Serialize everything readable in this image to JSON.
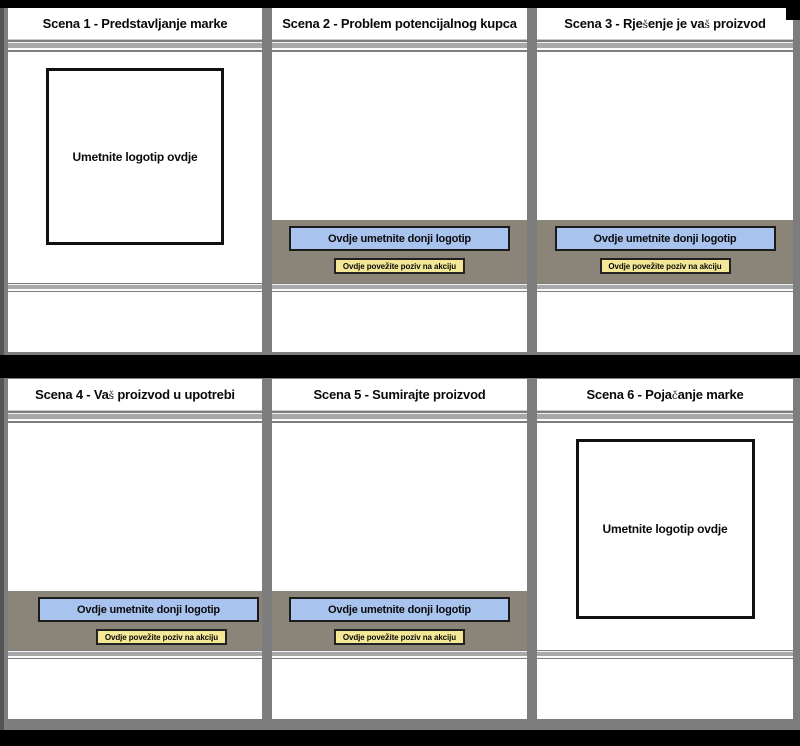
{
  "colors": {
    "bg_gray": "#7d7d7d",
    "bar_black": "#000000",
    "band_gray": "#8a8578",
    "banner_blue": "#a9c3ef",
    "cta_yellow": "#f4e896",
    "stripe_gray": "#a8a8a8",
    "panel_white": "#ffffff"
  },
  "scenes": [
    {
      "title": "Scena 1 - Predstavljanje marke",
      "logo_box_label": "Umetnite logotip ovdje"
    },
    {
      "title": "Scena 2 - Problem potencijalnog kupca",
      "bottom_logo_label": "Ovdje umetnite donji logotip",
      "cta_label": "Ovdje povežite poziv na akciju"
    },
    {
      "title": "Scena 3 - Rješenje je vaš proizvod",
      "bottom_logo_label": "Ovdje umetnite donji logotip",
      "cta_label": "Ovdje povežite poziv na akciju"
    },
    {
      "title": "Scena 4 - Vaš proizvod u upotrebi",
      "bottom_logo_label": "Ovdje umetnite donji logotip",
      "cta_label": "Ovdje povežite poziv na akciju"
    },
    {
      "title": "Scena 5 - Sumirajte proizvod",
      "bottom_logo_label": "Ovdje umetnite donji logotip",
      "cta_label": "Ovdje povežite poziv na akciju"
    },
    {
      "title": "Scena 6 - Pojačanje marke",
      "logo_box_label": "Umetnite logotip ovdje"
    }
  ]
}
